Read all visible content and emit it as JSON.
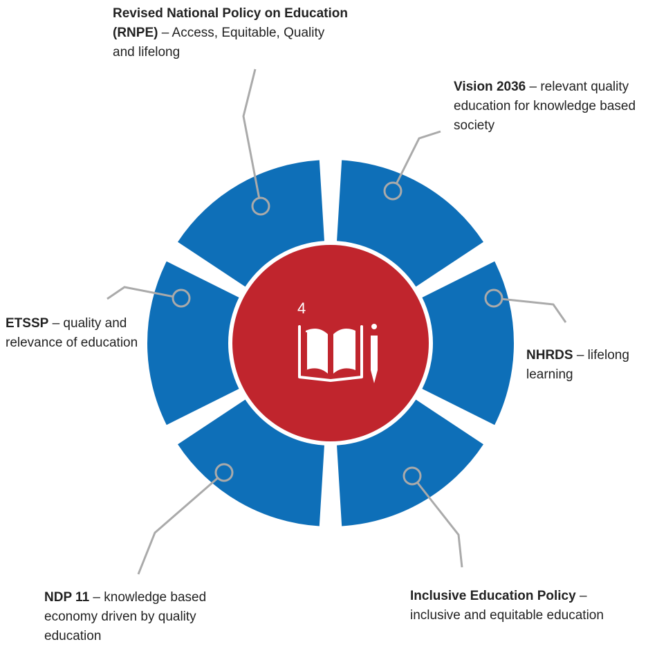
{
  "center": {
    "number": "4"
  },
  "colors": {
    "segment": "#0E6FB8",
    "center": "#C0252D",
    "connector": "#AAAAAA"
  },
  "labels": {
    "rnpe": {
      "bold": "Revised National Policy on Education (RNPE)",
      "text": " – Access, Equitable, Quality and lifelong"
    },
    "vision": {
      "bold": "Vision 2036",
      "text": " – relevant quality education for knowledge based society"
    },
    "nhrds": {
      "bold": "NHRDS",
      "text": " – lifelong learning"
    },
    "inclusive": {
      "bold": "Inclusive Education Policy",
      "text": " – inclusive and equitable education"
    },
    "ndp": {
      "bold": "NDP 11",
      "text": " – knowledge based economy driven by quality education"
    },
    "etssp": {
      "bold": "ETSSP",
      "text": " – quality and relevance of education"
    }
  }
}
